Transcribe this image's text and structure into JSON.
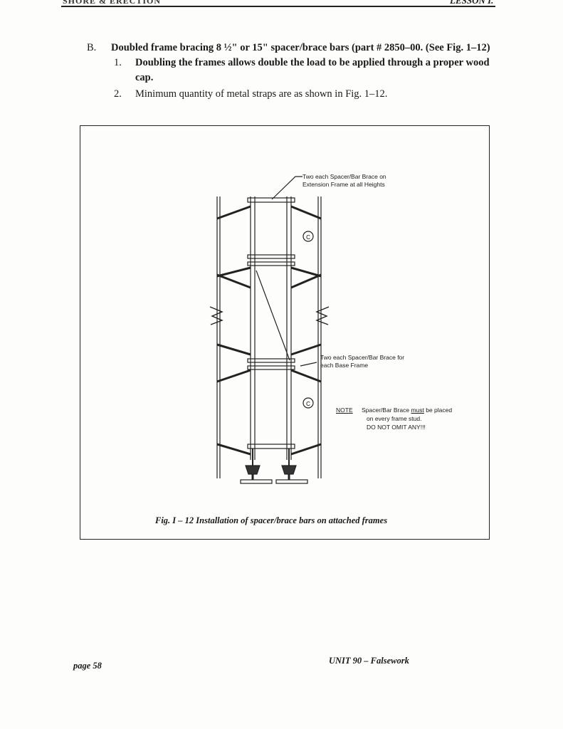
{
  "header": {
    "left": "SHORE & ERECTION",
    "right": "LESSON I."
  },
  "section_b": {
    "marker": "B.",
    "text": "Doubled frame bracing 8 ½\" or 15\" spacer/brace bars (part # 2850–00. (See Fig. 1–12)"
  },
  "items": [
    {
      "marker": "1.",
      "text": "Doubling the frames allows double the load to be applied through a proper wood",
      "continuation": "cap."
    },
    {
      "marker": "2.",
      "text": "Minimum quantity of metal straps are as shown in Fig. 1–12."
    }
  ],
  "figure": {
    "label_top_line1": "Two each Spacer/Bar Brace on",
    "label_top_line2": "Extension Frame at all Heights",
    "label_mid_line1": "Two each Spacer/Bar Brace for",
    "label_mid_line2": "each Base Frame",
    "note_word": "NOTE",
    "note_line1_pre": "Spacer/Bar Brace ",
    "note_line1_must": "must",
    "note_line1_post": " be placed",
    "note_line2": "on every frame stud.",
    "note_line3": "DO NOT OMIT ANY!!!",
    "strap_marker": "C",
    "caption": "Fig. I – 12  Installation of spacer/brace bars on attached frames"
  },
  "footer": {
    "left": "page 58",
    "right": "UNIT 90 – Falsework"
  }
}
